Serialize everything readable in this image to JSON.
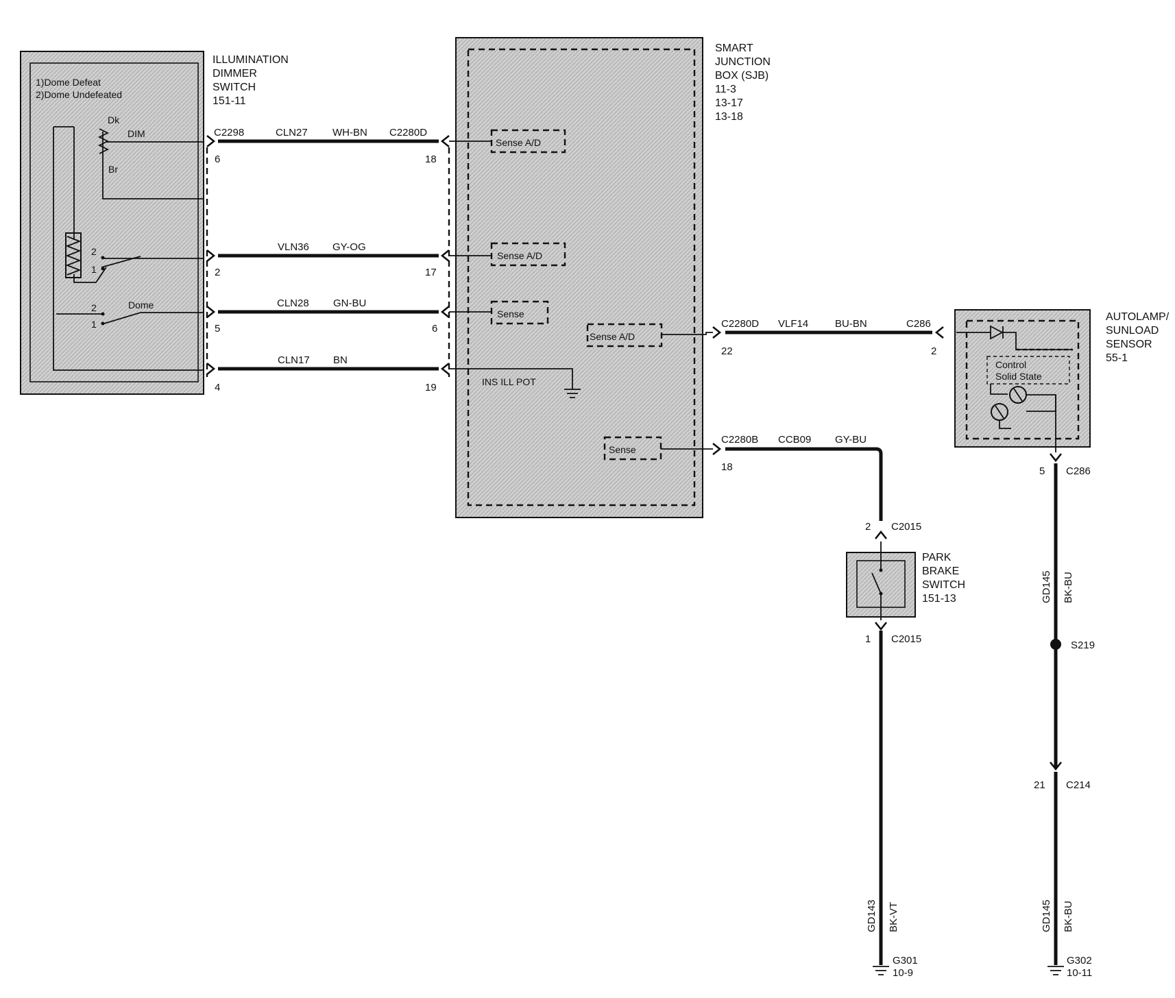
{
  "colors": {
    "line": "#111111",
    "component_fill": "#c9c9c9",
    "background": "#ffffff"
  },
  "components": {
    "dimmer": {
      "title_lines": [
        "ILLUMINATION",
        "DIMMER",
        "SWITCH",
        "151-11"
      ],
      "legend_lines": [
        "1)Dome Defeat",
        "2)Dome Undefeated"
      ],
      "labels": {
        "dk": "Dk",
        "dim": "DIM",
        "br": "Br",
        "dome": "Dome",
        "pos2a": "2",
        "pos1a": "1",
        "pos2b": "2",
        "pos1b": "1"
      }
    },
    "sjb": {
      "title_lines": [
        "SMART",
        "JUNCTION",
        "BOX (SJB)",
        "11-3",
        "13-17",
        "13-18"
      ],
      "inner": [
        "Sense A/D",
        "Sense A/D",
        "Sense",
        "Sense A/D",
        "INS ILL POT",
        "Sense"
      ]
    },
    "autolamp": {
      "title_lines": [
        "AUTOLAMP/",
        "SUNLOAD",
        "SENSOR",
        "55-1"
      ],
      "inner_lines": [
        "Control",
        "Solid State"
      ]
    },
    "park_brake": {
      "title_lines": [
        "PARK",
        "BRAKE",
        "SWITCH",
        "151-13"
      ]
    }
  },
  "left_wires": [
    {
      "conn_left": "C2298",
      "circuit": "CLN27",
      "color_code": "WH-BN",
      "conn_right": "C2280D",
      "pin_left": "6",
      "pin_right": "18"
    },
    {
      "conn_left": "",
      "circuit": "VLN36",
      "color_code": "GY-OG",
      "conn_right": "",
      "pin_left": "2",
      "pin_right": "17"
    },
    {
      "conn_left": "",
      "circuit": "CLN28",
      "color_code": "GN-BU",
      "conn_right": "",
      "pin_left": "5",
      "pin_right": "6"
    },
    {
      "conn_left": "",
      "circuit": "CLN17",
      "color_code": "BN",
      "conn_right": "",
      "pin_left": "4",
      "pin_right": "19"
    }
  ],
  "right_wires": {
    "autolamp": {
      "conn_left": "C2280D",
      "circuit": "VLF14",
      "color_code": "BU-BN",
      "conn_right": "C286",
      "pin_left": "22",
      "pin_right": "2"
    },
    "park": {
      "conn": "C2280B",
      "circuit": "CCB09",
      "color_code": "GY-BU",
      "pin": "18"
    }
  },
  "park_branch": {
    "top_pin": "2",
    "top_conn": "C2015",
    "bottom_pin": "1",
    "bottom_conn": "C2015",
    "circuit": "GD143",
    "color_code": "BK-VT",
    "ground": "G301",
    "ground_ref": "10-9"
  },
  "autolamp_branch": {
    "top_pin": "5",
    "top_conn": "C286",
    "circuit": "GD145",
    "color_code": "BK-BU",
    "splice": "S219",
    "c214_pin": "21",
    "c214_conn": "C214",
    "circuit2": "GD145",
    "color_code2": "BK-BU",
    "ground": "G302",
    "ground_ref": "10-11"
  }
}
